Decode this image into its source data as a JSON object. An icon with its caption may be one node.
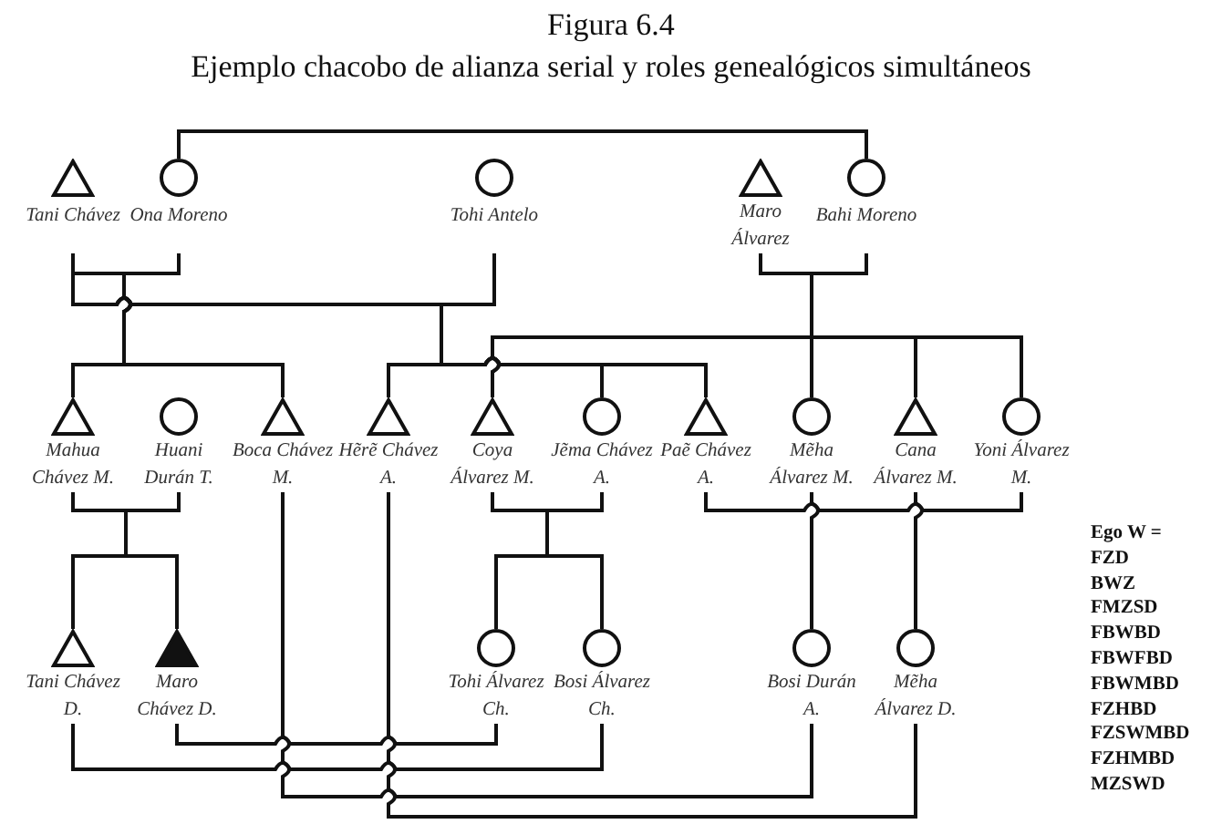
{
  "diagram": {
    "title": "Figura 6.4",
    "nodes": [
      {
        "text": [
          "Tani Chávez"
        ]
      },
      {
        "text": [
          "Ona Moreno"
        ]
      },
      {
        "text": [
          "Tohi Antelo"
        ]
      },
      {
        "text": [
          "Maro Álvarez"
        ]
      },
      {
        "text": [
          "Bahi Moreno"
        ]
      },
      {
        "text": [
          "Mahua Chávez M."
        ]
      },
      {
        "text": [
          "Huani Durán T."
        ]
      },
      {
        "text": [
          "Boca Chávez M."
        ]
      },
      {
        "text": [
          "Hẽrẽ Chávez A."
        ]
      },
      {
        "text": [
          "Coya Álvarez M."
        ]
      },
      {
        "text": [
          "Jẽma Chávez A."
        ]
      },
      {
        "text": [
          "Paẽ Chávez A."
        ]
      },
      {
        "text": [
          "Mẽha Álvarez M."
        ]
      },
      {
        "text": [
          "Cana Álvarez M."
        ]
      },
      {
        "text": [
          "Yoni Álvarez M."
        ]
      },
      {
        "text": [
          "Tani Chávez D."
        ]
      },
      {
        "text": [
          "Maro Chávez D."
        ]
      },
      {
        "text": [
          "Tohi Álvarez Ch."
        ]
      },
      {
        "text": [
          "Bosi Álvarez Ch."
        ]
      },
      {
        "text": [
          "Bosi Durán A."
        ]
      },
      {
        "text": [
          "Mẽha Álvarez D."
        ]
      }
    ],
    "edges": [
      {
        "from": 1,
        "to": 4,
        "arrow": "none"
      },
      {
        "from": 0,
        "to": 1,
        "arrow": "none"
      },
      {
        "from": 0,
        "to": 2,
        "arrow": "none"
      },
      {
        "from": 3,
        "to": 4,
        "arrow": "none"
      },
      {
        "from": 0,
        "to": 5,
        "arrow": "none"
      },
      {
        "from": 1,
        "to": 5,
        "arrow": "none"
      },
      {
        "from": 0,
        "to": 7,
        "arrow": "none"
      },
      {
        "from": 1,
        "to": 7,
        "arrow": "none"
      },
      {
        "from": 0,
        "to": 8,
        "arrow": "none"
      },
      {
        "from": 2,
        "to": 8,
        "arrow": "none"
      },
      {
        "from": 0,
        "to": 10,
        "arrow": "none"
      },
      {
        "from": 2,
        "to": 10,
        "arrow": "none"
      },
      {
        "from": 0,
        "to": 11,
        "arrow": "none"
      },
      {
        "from": 2,
        "to": 11,
        "arrow": "none"
      },
      {
        "from": 3,
        "to": 9,
        "arrow": "none"
      },
      {
        "from": 4,
        "to": 9,
        "arrow": "none"
      },
      {
        "from": 3,
        "to": 12,
        "arrow": "none"
      },
      {
        "from": 4,
        "to": 12,
        "arrow": "none"
      },
      {
        "from": 3,
        "to": 13,
        "arrow": "none"
      },
      {
        "from": 4,
        "to": 13,
        "arrow": "none"
      },
      {
        "from": 3,
        "to": 14,
        "arrow": "none"
      },
      {
        "from": 4,
        "to": 14,
        "arrow": "none"
      },
      {
        "from": 5,
        "to": 6,
        "arrow": "none"
      },
      {
        "from": 5,
        "to": 15,
        "arrow": "none"
      },
      {
        "from": 6,
        "to": 15,
        "arrow": "none"
      },
      {
        "from": 5,
        "to": 16,
        "arrow": "none"
      },
      {
        "from": 6,
        "to": 16,
        "arrow": "none"
      },
      {
        "from": 9,
        "to": 10,
        "arrow": "none"
      },
      {
        "from": 9,
        "to": 17,
        "arrow": "none"
      },
      {
        "from": 10,
        "to": 17,
        "arrow": "none"
      },
      {
        "from": 9,
        "to": 18,
        "arrow": "none"
      },
      {
        "from": 10,
        "to": 18,
        "arrow": "none"
      },
      {
        "from": 11,
        "to": 14,
        "arrow": "none"
      },
      {
        "from": 12,
        "to": 19,
        "arrow": "none"
      },
      {
        "from": 13,
        "to": 20,
        "arrow": "none"
      },
      {
        "from": 16,
        "to": 17,
        "arrow": "none"
      },
      {
        "from": 15,
        "to": 18,
        "arrow": "none"
      },
      {
        "from": 7,
        "to": 19,
        "arrow": "none"
      },
      {
        "from": 8,
        "to": 20,
        "arrow": "none"
      }
    ],
    "labels": [
      "Ejemplo chacobo de alianza serial y roles genealógicos simultáneos",
      "Ego W =",
      "FZD",
      "BWZ",
      "FMZSD",
      "FBWBD",
      "FBWFBD",
      "FBWMBD",
      "FZHBD",
      "FZSWMBD",
      "FZHMBD",
      "MZSWD"
    ]
  }
}
